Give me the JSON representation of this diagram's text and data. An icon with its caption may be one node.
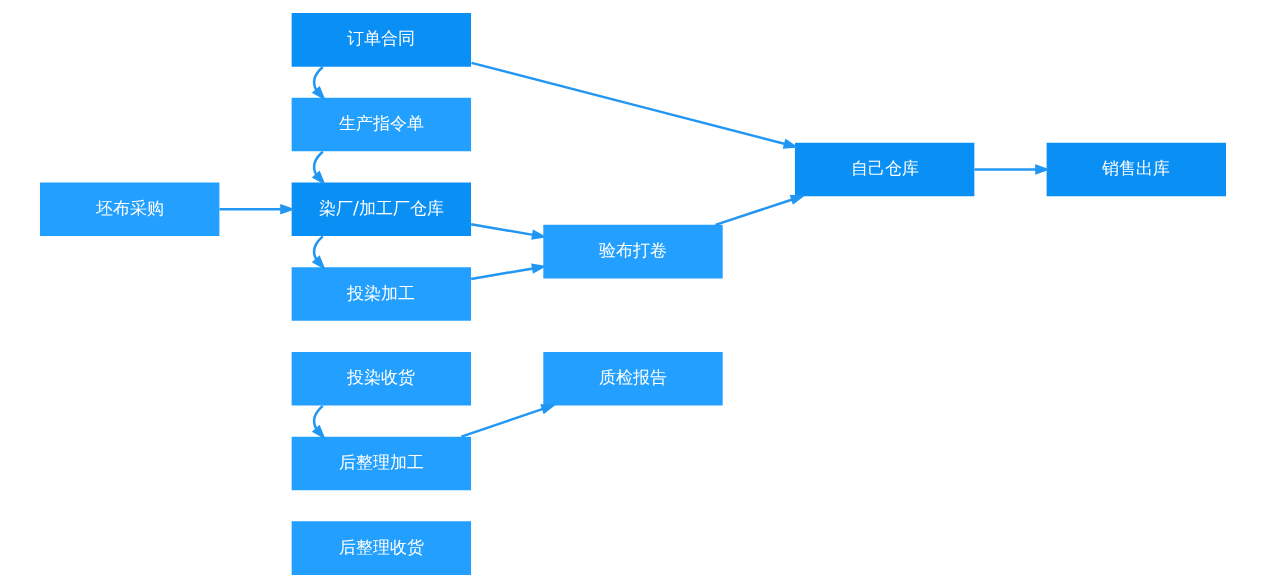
{
  "diagram": {
    "nodes": [
      {
        "text": [
          "订单合同"
        ]
      },
      {
        "text": [
          "生产指令单"
        ]
      },
      {
        "text": [
          "坯布采购"
        ]
      },
      {
        "text": [
          "染厂/加工厂仓库"
        ]
      },
      {
        "text": [
          "投染加工"
        ]
      },
      {
        "text": [
          "投染收货"
        ]
      },
      {
        "text": [
          "后整理加工"
        ]
      },
      {
        "text": [
          "后整理收货"
        ]
      },
      {
        "text": [
          "验布打卷"
        ]
      },
      {
        "text": [
          "质检报告"
        ]
      },
      {
        "text": [
          "自己仓库"
        ]
      },
      {
        "text": [
          "销售出库"
        ]
      }
    ],
    "edges": [
      {
        "from": 0,
        "to": 1,
        "arrow": "to"
      },
      {
        "from": 1,
        "to": 3,
        "arrow": "to"
      },
      {
        "from": 2,
        "to": 3,
        "arrow": "to"
      },
      {
        "from": 3,
        "to": 4,
        "arrow": "to"
      },
      {
        "from": 5,
        "to": 6,
        "arrow": "to"
      },
      {
        "from": 3,
        "to": 8,
        "arrow": "to"
      },
      {
        "from": 4,
        "to": 8,
        "arrow": "to"
      },
      {
        "from": 6,
        "to": 9,
        "arrow": "to"
      },
      {
        "from": 0,
        "to": 10,
        "arrow": "to"
      },
      {
        "from": 8,
        "to": 10,
        "arrow": "to"
      },
      {
        "from": 10,
        "to": 11,
        "arrow": "to"
      }
    ]
  }
}
